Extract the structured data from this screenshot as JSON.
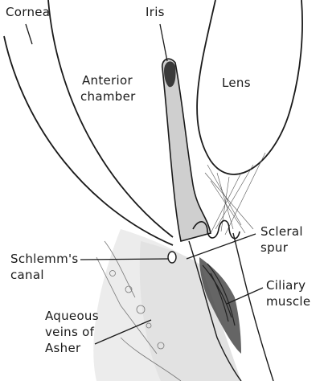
{
  "labels": {
    "cornea": "Cornea",
    "iris": "Iris",
    "anterior_chamber_1": "Anterior",
    "anterior_chamber_2": "chamber",
    "lens": "Lens",
    "scleral_spur_1": "Scleral",
    "scleral_spur_2": "spur",
    "schlemms_canal_1": "Schlemm's",
    "schlemms_canal_2": "canal",
    "ciliary_muscle_1": "Ciliary",
    "ciliary_muscle_2": "muscle",
    "aqueous_veins_1": "Aqueous",
    "aqueous_veins_2": "veins of",
    "aqueous_veins_3": "Asher"
  },
  "colors": {
    "ink": "#1a1a1a",
    "tissue_shade": "#c9c9c9",
    "dark_tissue": "#3a3a3a"
  }
}
